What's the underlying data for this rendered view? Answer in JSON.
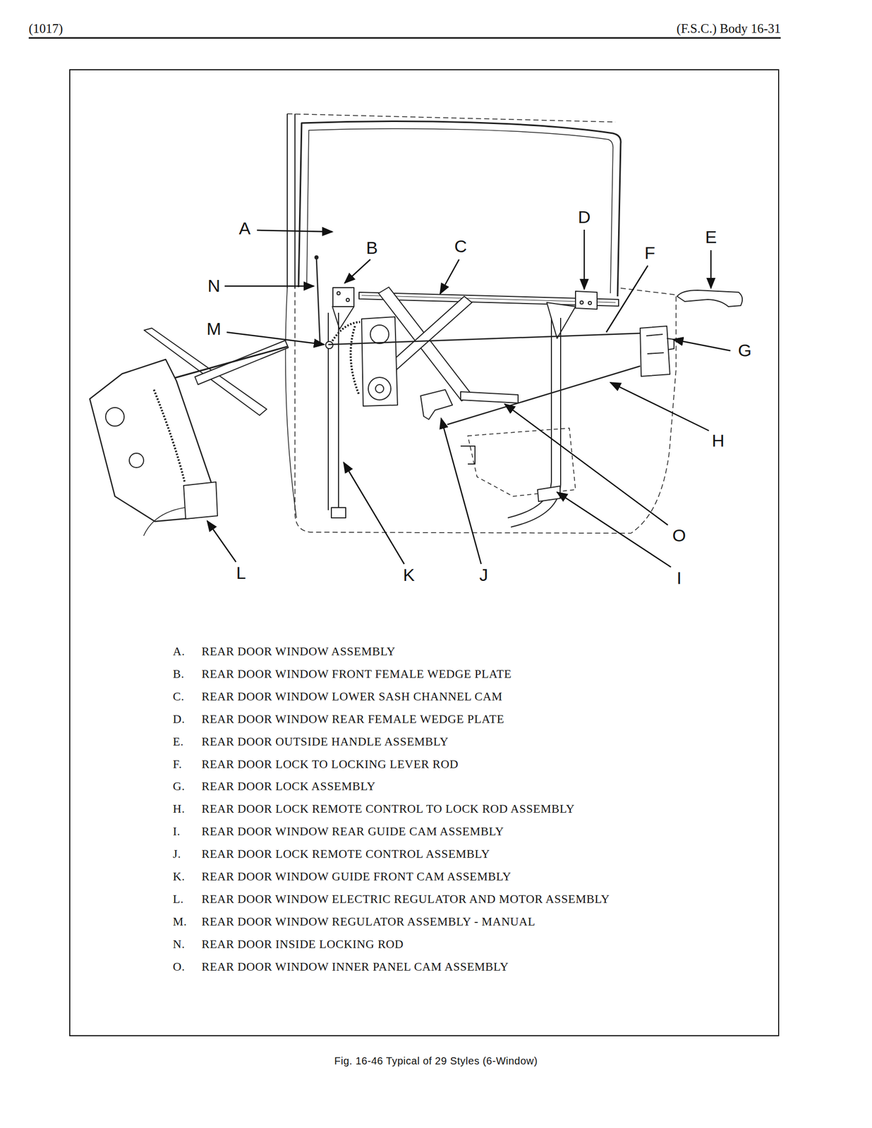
{
  "diagram": {
    "caption": "Fig. 16-46 Typical of 29 Styles (6-Window)",
    "labels": [
      "(1017)",
      "(F.S.C.) Body 16-31",
      "A",
      "B",
      "C",
      "D",
      "E",
      "F",
      "G",
      "H",
      "I",
      "J",
      "K",
      "L",
      "M",
      "N",
      "O",
      "A.",
      "REAR DOOR WINDOW ASSEMBLY",
      "B.",
      "REAR DOOR WINDOW FRONT FEMALE WEDGE PLATE",
      "C.",
      "REAR DOOR WINDOW LOWER SASH CHANNEL CAM",
      "D.",
      "REAR DOOR WINDOW REAR FEMALE WEDGE PLATE",
      "E.",
      "REAR DOOR OUTSIDE HANDLE ASSEMBLY",
      "F.",
      "REAR DOOR LOCK TO LOCKING LEVER ROD",
      "G.",
      "REAR DOOR LOCK ASSEMBLY",
      "H.",
      "REAR DOOR LOCK REMOTE CONTROL TO LOCK ROD ASSEMBLY",
      "I.",
      "REAR DOOR WINDOW REAR GUIDE CAM ASSEMBLY",
      "J.",
      "REAR DOOR LOCK REMOTE CONTROL ASSEMBLY",
      "K.",
      "REAR DOOR WINDOW GUIDE FRONT CAM ASSEMBLY",
      "L.",
      "REAR DOOR WINDOW ELECTRIC REGULATOR AND MOTOR ASSEMBLY",
      "M.",
      "REAR DOOR WINDOW REGULATOR ASSEMBLY - MANUAL",
      "N.",
      "REAR DOOR INSIDE LOCKING ROD",
      "O.",
      "REAR DOOR WINDOW INNER PANEL CAM ASSEMBLY"
    ]
  }
}
